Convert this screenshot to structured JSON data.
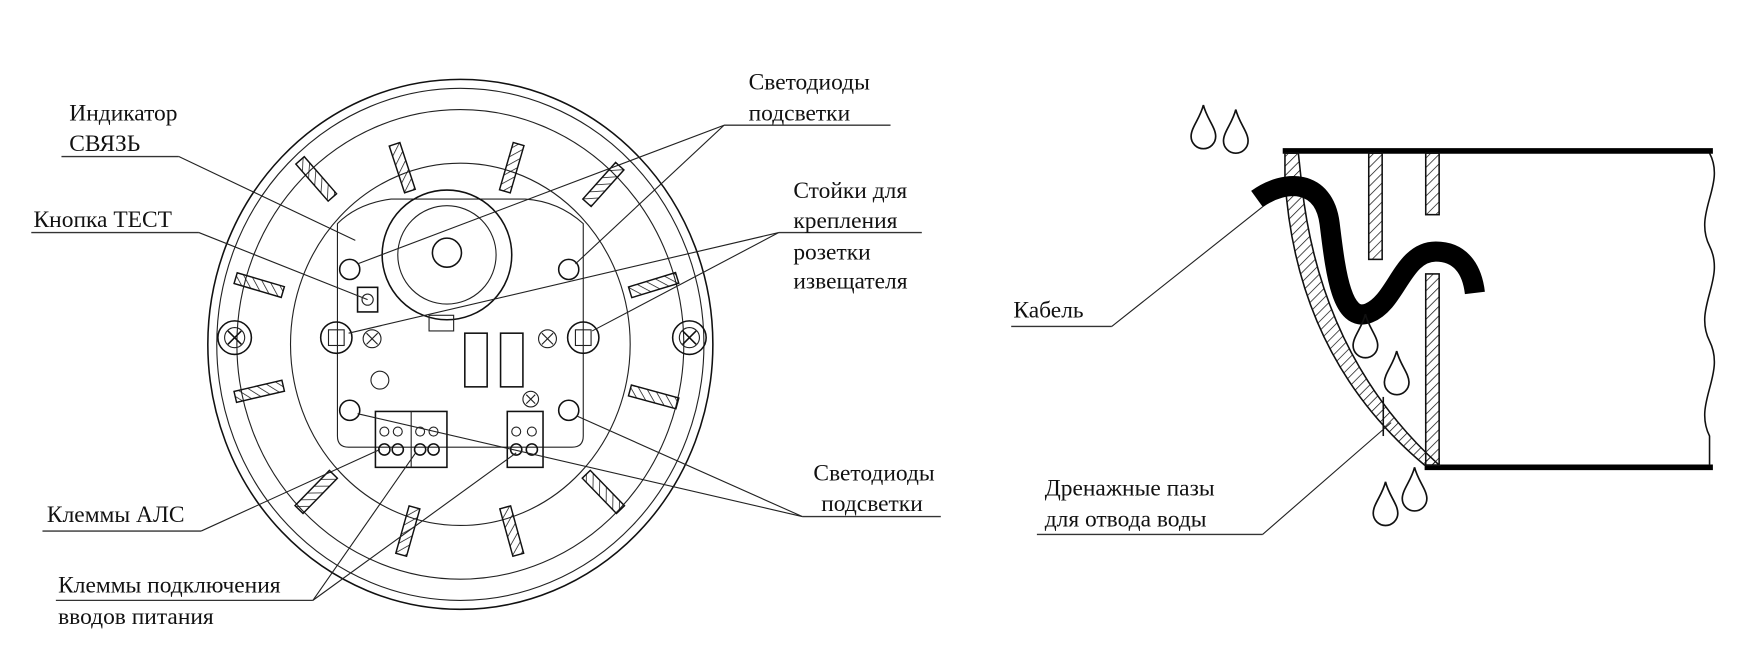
{
  "labels": {
    "indicator": {
      "line1": "Индикатор",
      "line2": "СВЯЗЬ"
    },
    "test_button": "Кнопка ТЕСТ",
    "leds_top": {
      "line1": "Светодиоды",
      "line2": "подсветки"
    },
    "mount_posts": {
      "line1": "Стойки для",
      "line2": "крепления",
      "line3": "розетки",
      "line4": "извещателя"
    },
    "leds_bottom": {
      "line1": "Светодиоды",
      "line2": "подсветки"
    },
    "als_terminals": "Клеммы АЛС",
    "power_terminals": {
      "line1": "Клеммы подключения",
      "line2": "вводов питания"
    },
    "cable": "Кабель",
    "drainage": {
      "line1": "Дренажные пазы",
      "line2": "для отвода воды"
    }
  },
  "colors": {
    "ink": "#111111",
    "background": "#ffffff"
  }
}
